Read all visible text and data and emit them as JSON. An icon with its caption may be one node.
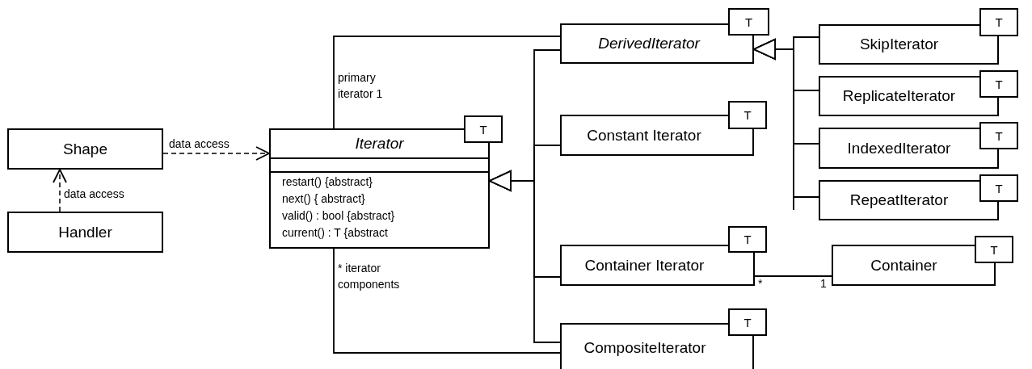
{
  "diagram": {
    "nodes": [
      {
        "text": [
          "Shape"
        ]
      },
      {
        "text": [
          "Handler"
        ]
      },
      {
        "text": [
          "Iterator",
          "restart() {abstract}",
          "next() { abstract}",
          "valid() : bool {abstract}",
          "current() : T {abstract"
        ]
      },
      {
        "text": [
          "T"
        ]
      },
      {
        "text": [
          "DerivedIterator"
        ]
      },
      {
        "text": [
          "T"
        ]
      },
      {
        "text": [
          "Constant Iterator"
        ]
      },
      {
        "text": [
          "T"
        ]
      },
      {
        "text": [
          "Container Iterator"
        ]
      },
      {
        "text": [
          "T"
        ]
      },
      {
        "text": [
          "CompositeIterator"
        ]
      },
      {
        "text": [
          "T"
        ]
      },
      {
        "text": [
          "SkipIterator"
        ]
      },
      {
        "text": [
          "T"
        ]
      },
      {
        "text": [
          "ReplicateIterator"
        ]
      },
      {
        "text": [
          "T"
        ]
      },
      {
        "text": [
          "IndexedIterator"
        ]
      },
      {
        "text": [
          "T"
        ]
      },
      {
        "text": [
          "RepeatIterator"
        ]
      },
      {
        "text": [
          "T"
        ]
      },
      {
        "text": [
          "Container"
        ]
      },
      {
        "text": [
          "T"
        ]
      }
    ],
    "edges": [
      {
        "from": 0,
        "to": 2,
        "arrow": "to",
        "label": "data access",
        "style": "dashed"
      },
      {
        "from": 1,
        "to": 0,
        "arrow": "to",
        "label": "data access",
        "style": "dashed"
      },
      {
        "from": 2,
        "to": 4,
        "arrow": "none"
      },
      {
        "from": 2,
        "to": 10,
        "arrow": "none"
      },
      {
        "from": 4,
        "to": 2,
        "arrow": "to"
      },
      {
        "from": 6,
        "to": 2,
        "arrow": "to"
      },
      {
        "from": 8,
        "to": 2,
        "arrow": "to"
      },
      {
        "from": 10,
        "to": 2,
        "arrow": "to"
      },
      {
        "from": 12,
        "to": 4,
        "arrow": "to"
      },
      {
        "from": 14,
        "to": 4,
        "arrow": "to"
      },
      {
        "from": 16,
        "to": 4,
        "arrow": "to"
      },
      {
        "from": 18,
        "to": 4,
        "arrow": "to"
      },
      {
        "from": 8,
        "to": 20,
        "arrow": "none"
      }
    ],
    "labels": [
      "primary iterator 1",
      "* iterator components",
      "*",
      "1"
    ]
  }
}
